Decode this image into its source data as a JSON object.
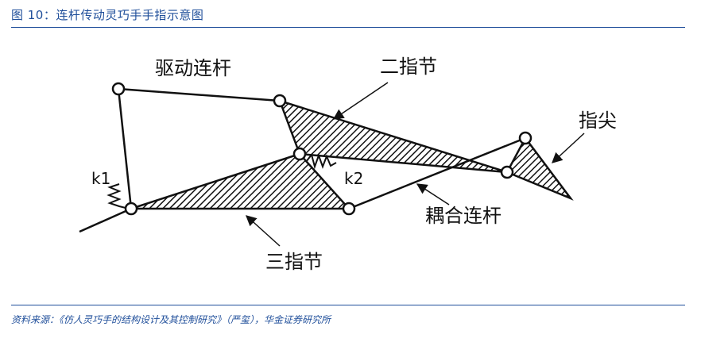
{
  "header": {
    "title": "图 10：连杆传动灵巧手手指示意图"
  },
  "diagram": {
    "labels": {
      "drive_link": "驱动连杆",
      "second_phalanx": "二指节",
      "fingertip": "指尖",
      "k1": "k1",
      "k2": "k2",
      "coupling_link": "耦合连杆",
      "third_phalanx": "三指节"
    }
  },
  "footer": {
    "source": "资料来源：《仿人灵巧手的结构设计及其控制研究》（严玺），华金证券研究所"
  },
  "colors": {
    "accent": "#1f4e9a",
    "ink": "#111111"
  }
}
